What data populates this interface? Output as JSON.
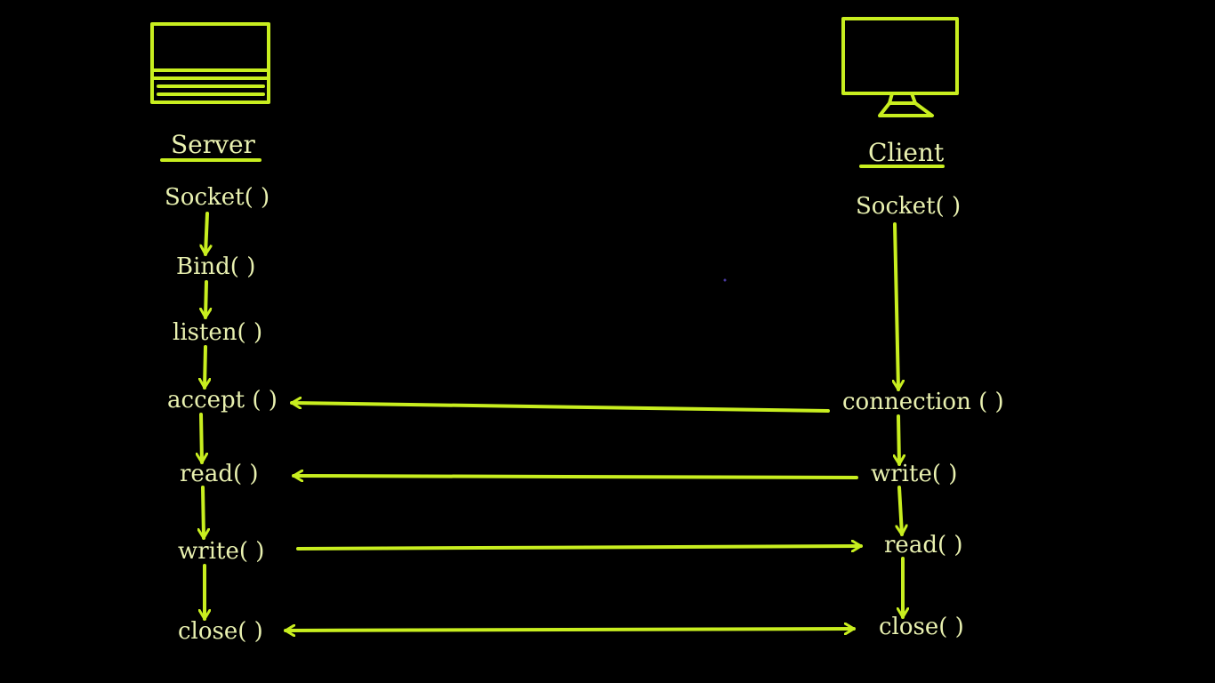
{
  "server": {
    "title": "Server",
    "steps": [
      "Socket( )",
      "Bind( )",
      "listen( )",
      "accept ( )",
      "read( )",
      "write( )",
      "close( )"
    ]
  },
  "client": {
    "title": "Client",
    "steps": [
      "Socket( )",
      "connection ( )",
      "write( )",
      "read( )",
      "close( )"
    ]
  },
  "colors": {
    "line": "#c8ee1f",
    "text": "#e9f1b0",
    "background": "#000000"
  },
  "icons": {
    "server": "server-icon",
    "client": "monitor-icon"
  }
}
